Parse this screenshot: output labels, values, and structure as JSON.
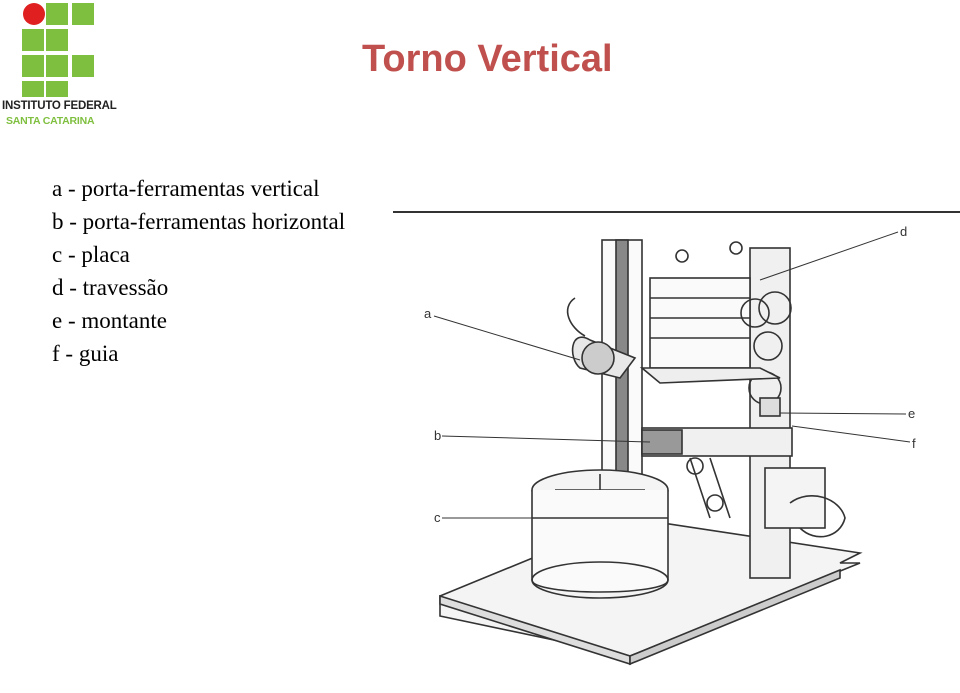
{
  "logo": {
    "line1": "INSTITUTO FEDERAL",
    "line2": "SANTA CATARINA",
    "colors": {
      "red": "#e02020",
      "green": "#7fbf3f"
    }
  },
  "title": "Torno Vertical",
  "legend": [
    "a - porta-ferramentas vertical",
    "b - porta-ferramentas horizontal",
    "c - placa",
    "d - travessão",
    "e - montante",
    "f - guia"
  ],
  "callouts": [
    "a",
    "b",
    "c",
    "d",
    "e",
    "f"
  ],
  "colors": {
    "title": "#c0504d",
    "text": "#000000",
    "drawing": "#333333"
  }
}
